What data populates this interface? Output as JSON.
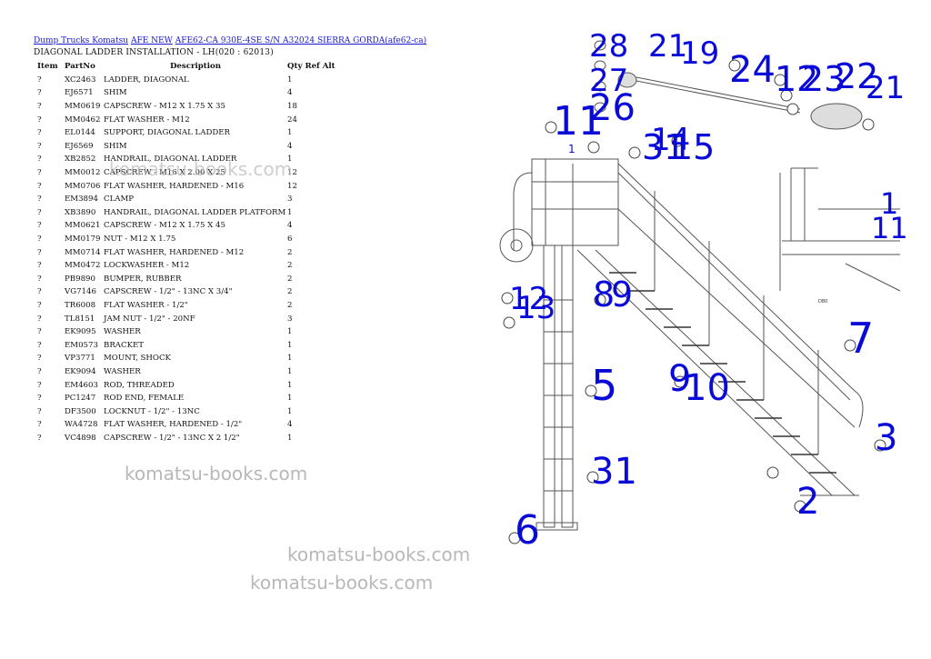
{
  "breadcrumb": {
    "links": [
      "Dump Trucks Komatsu",
      "AFE NEW",
      "AFE62-CA 930E-4SE S/N A32024 SIERRA GORDA(afe62-ca)"
    ]
  },
  "subtitle": "DIAGONAL LADDER INSTALLATION - LH(020 : 62013)",
  "table": {
    "headers": [
      "Item",
      "PartNo",
      "Description",
      "Qty Ref Alt"
    ],
    "rows": [
      [
        "?",
        "XC2463",
        "LADDER, DIAGONAL",
        "1"
      ],
      [
        "?",
        "EJ6571",
        "SHIM",
        "4"
      ],
      [
        "?",
        "MM0619",
        "CAPSCREW - M12 X 1.75 X 35",
        "18"
      ],
      [
        "?",
        "MM0462",
        "FLAT WASHER - M12",
        "24"
      ],
      [
        "?",
        "EL0144",
        "SUPPORT, DIAGONAL LADDER",
        "1"
      ],
      [
        "?",
        "EJ6569",
        "SHIM",
        "4"
      ],
      [
        "?",
        "XB2852",
        "HANDRAIL, DIAGONAL LADDER",
        "1"
      ],
      [
        "?",
        "MM0012",
        "CAPSCREW - M16 X 2.00 X 25",
        "12"
      ],
      [
        "?",
        "MM0706",
        "FLAT WASHER, HARDENED - M16",
        "12"
      ],
      [
        "?",
        "EM3894",
        "CLAMP",
        "3"
      ],
      [
        "?",
        "XB3890",
        "HANDRAIL, DIAGONAL LADDER PLATFORM",
        "1"
      ],
      [
        "?",
        "MM0621",
        "CAPSCREW - M12 X 1.75 X 45",
        "4"
      ],
      [
        "?",
        "MM0179",
        "NUT - M12 X 1.75",
        "6"
      ],
      [
        "?",
        "MM0714",
        "FLAT WASHER, HARDENED - M12",
        "2"
      ],
      [
        "?",
        "MM0472",
        "LOCKWASHER - M12",
        "2"
      ],
      [
        "?",
        "PB9890",
        "BUMPER, RUBBER",
        "2"
      ],
      [
        "?",
        "VG7146",
        "CAPSCREW - 1/2\" - 13NC X 3/4\"",
        "2"
      ],
      [
        "?",
        "TR6008",
        "FLAT WASHER - 1/2\"",
        "2"
      ],
      [
        "?",
        "TL8151",
        "JAM NUT - 1/2\" - 20NF",
        "3"
      ],
      [
        "?",
        "EK9095",
        "WASHER",
        "1"
      ],
      [
        "?",
        "EM0573",
        "BRACKET",
        "1"
      ],
      [
        "?",
        "VP3771",
        "MOUNT, SHOCK",
        "1"
      ],
      [
        "?",
        "EK9094",
        "WASHER",
        "1"
      ],
      [
        "?",
        "EM4603",
        "ROD, THREADED",
        "1"
      ],
      [
        "?",
        "PC1247",
        "ROD END, FEMALE",
        "1"
      ],
      [
        "?",
        "DF3500",
        "LOCKNUT - 1/2\" - 13NC",
        "1"
      ],
      [
        "?",
        "WA4728",
        "FLAT WASHER, HARDENED - 1/2\"",
        "4"
      ],
      [
        "?",
        "VC4898",
        "CAPSCREW - 1/2\" - 13NC X 2 1/2\"",
        "1"
      ]
    ]
  },
  "watermarks": [
    "komatsu-books.com",
    "komatsu-books.com",
    "komatsu-books.com",
    "komatsu-books.com"
  ],
  "diagram": {
    "callouts": [
      "28",
      "21",
      "19",
      "24",
      "12",
      "23",
      "22",
      "21",
      "27",
      "26",
      "11",
      "1",
      "14",
      "31",
      "15",
      "1",
      "11",
      "12",
      "13",
      "8",
      "9",
      "7",
      "5",
      "9",
      "10",
      "3",
      "31",
      "2",
      "6"
    ],
    "footer_mark": "DB0"
  },
  "colors": {
    "link": "#1a1acc",
    "callout": "#0a0ad8",
    "watermark": "#b8b8b8"
  }
}
